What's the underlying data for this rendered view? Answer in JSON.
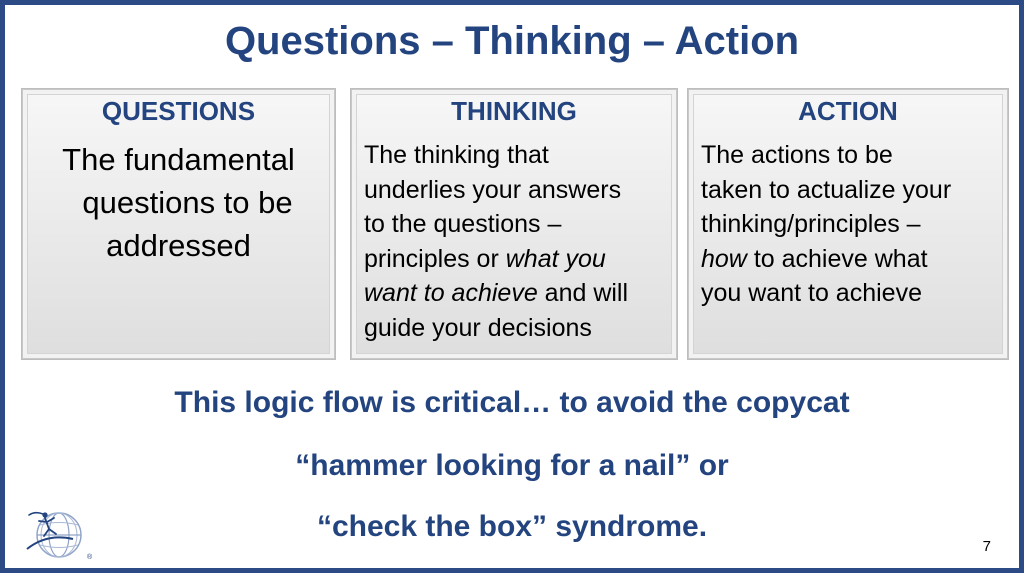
{
  "slide": {
    "title": "Questions – Thinking – Action",
    "columns": [
      {
        "heading": "QUESTIONS",
        "body": [
          "The fundamental",
          "questions to be",
          "addressed"
        ]
      },
      {
        "heading": "THINKING",
        "body": {
          "line1": "The thinking that",
          "line2": "underlies your answers",
          "line3": "to the questions –",
          "line4a": "principles or ",
          "line4b": "what you",
          "line5a": "want to achieve",
          "line5b": " and will",
          "line6": "guide your decisions"
        }
      },
      {
        "heading": "ACTION",
        "body": {
          "line1": "The actions to be",
          "line2": "taken to actualize your",
          "line3": "thinking/principles –",
          "line4a": "how",
          "line4b": " to achieve what",
          "line5": "you want to achieve"
        }
      }
    ],
    "conclusion": [
      "This logic flow is critical… to avoid the copycat",
      "“hammer looking for a nail” or",
      "“check the box” syndrome."
    ],
    "page_number": "7",
    "logo_mark": "®",
    "colors": {
      "title": "#23447f",
      "border": "#2c4a86"
    },
    "icons": {
      "logo": "globe-figure-logo-icon"
    }
  }
}
